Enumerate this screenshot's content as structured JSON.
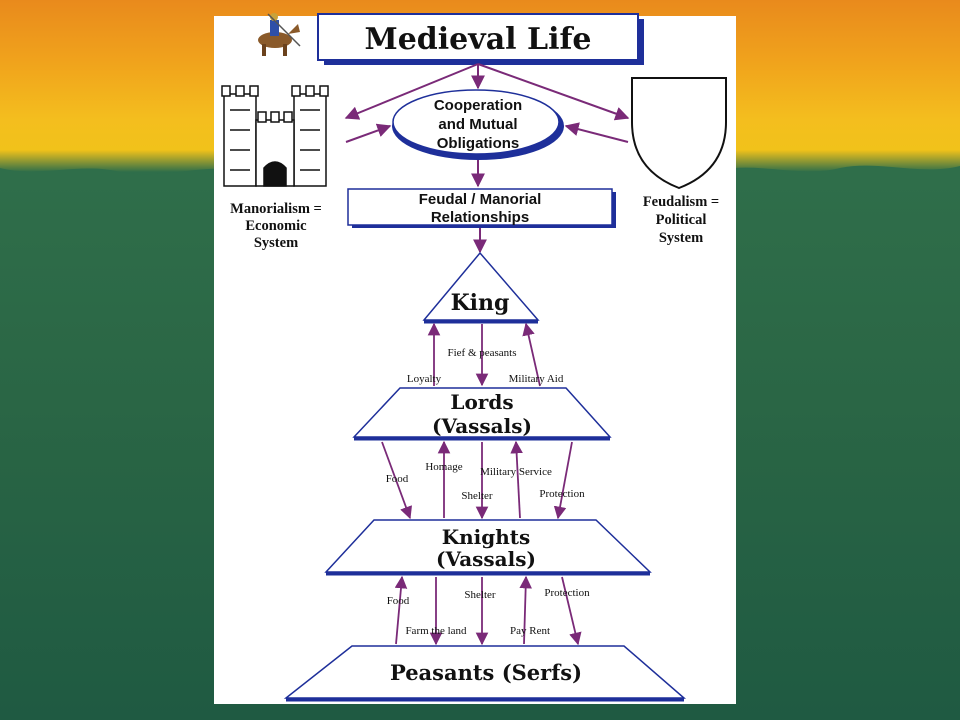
{
  "diagram": {
    "title": "Medieval Life",
    "center": {
      "line1": "Cooperation",
      "line2": "and Mutual",
      "line3": "Obligations"
    },
    "relationships": {
      "line1": "Feudal / Manorial",
      "line2": "Relationships"
    },
    "left_label": {
      "line1": "Manorialism =",
      "line2": "Economic",
      "line3": "System"
    },
    "right_label": {
      "line1": "Feudalism =",
      "line2": "Political",
      "line3": "System"
    },
    "tiers": {
      "king": "King",
      "lords_line1": "Lords",
      "lords_line2": "(Vassals)",
      "knights_line1": "Knights",
      "knights_line2": "(Vassals)",
      "peasants": "Peasants (Serfs)"
    },
    "arrows": {
      "fief": "Fief & peasants",
      "loyalty": "Loyalty",
      "military_aid": "Military Aid",
      "food_1": "Food",
      "homage": "Homage",
      "military_service": "Military Service",
      "shelter_1": "Shelter",
      "protection_1": "Protection",
      "food_2": "Food",
      "shelter_2": "Shelter",
      "protection_2": "Protection",
      "farm": "Farm the land",
      "pay_rent": "Pay Rent"
    }
  },
  "colors": {
    "arrow": "#7a2a78",
    "box_border": "#1e2f9a",
    "background_top": "#f1b91e",
    "background_bottom": "#245f44"
  },
  "icons": [
    "knight-on-horse-icon",
    "castle-icon",
    "shield-icon"
  ]
}
